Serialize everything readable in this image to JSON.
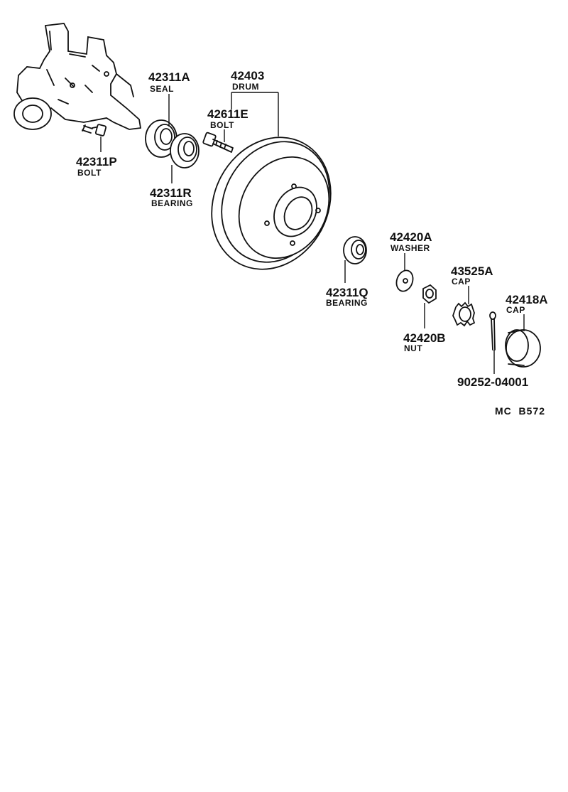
{
  "parts": [
    {
      "number": "42311A",
      "name": "SEAL"
    },
    {
      "number": "42403",
      "name": "DRUM"
    },
    {
      "number": "42611E",
      "name": "BOLT"
    },
    {
      "number": "42311P",
      "name": "BOLT"
    },
    {
      "number": "42311R",
      "name": "BEARING"
    },
    {
      "number": "42311Q",
      "name": "BEARING"
    },
    {
      "number": "42420A",
      "name": "WASHER"
    },
    {
      "number": "43525A",
      "name": "CAP"
    },
    {
      "number": "42418A",
      "name": "CAP"
    },
    {
      "number": "42420B",
      "name": "NUT"
    },
    {
      "number": "90252-04001",
      "name": ""
    }
  ],
  "diagram_code": "MC  B572"
}
